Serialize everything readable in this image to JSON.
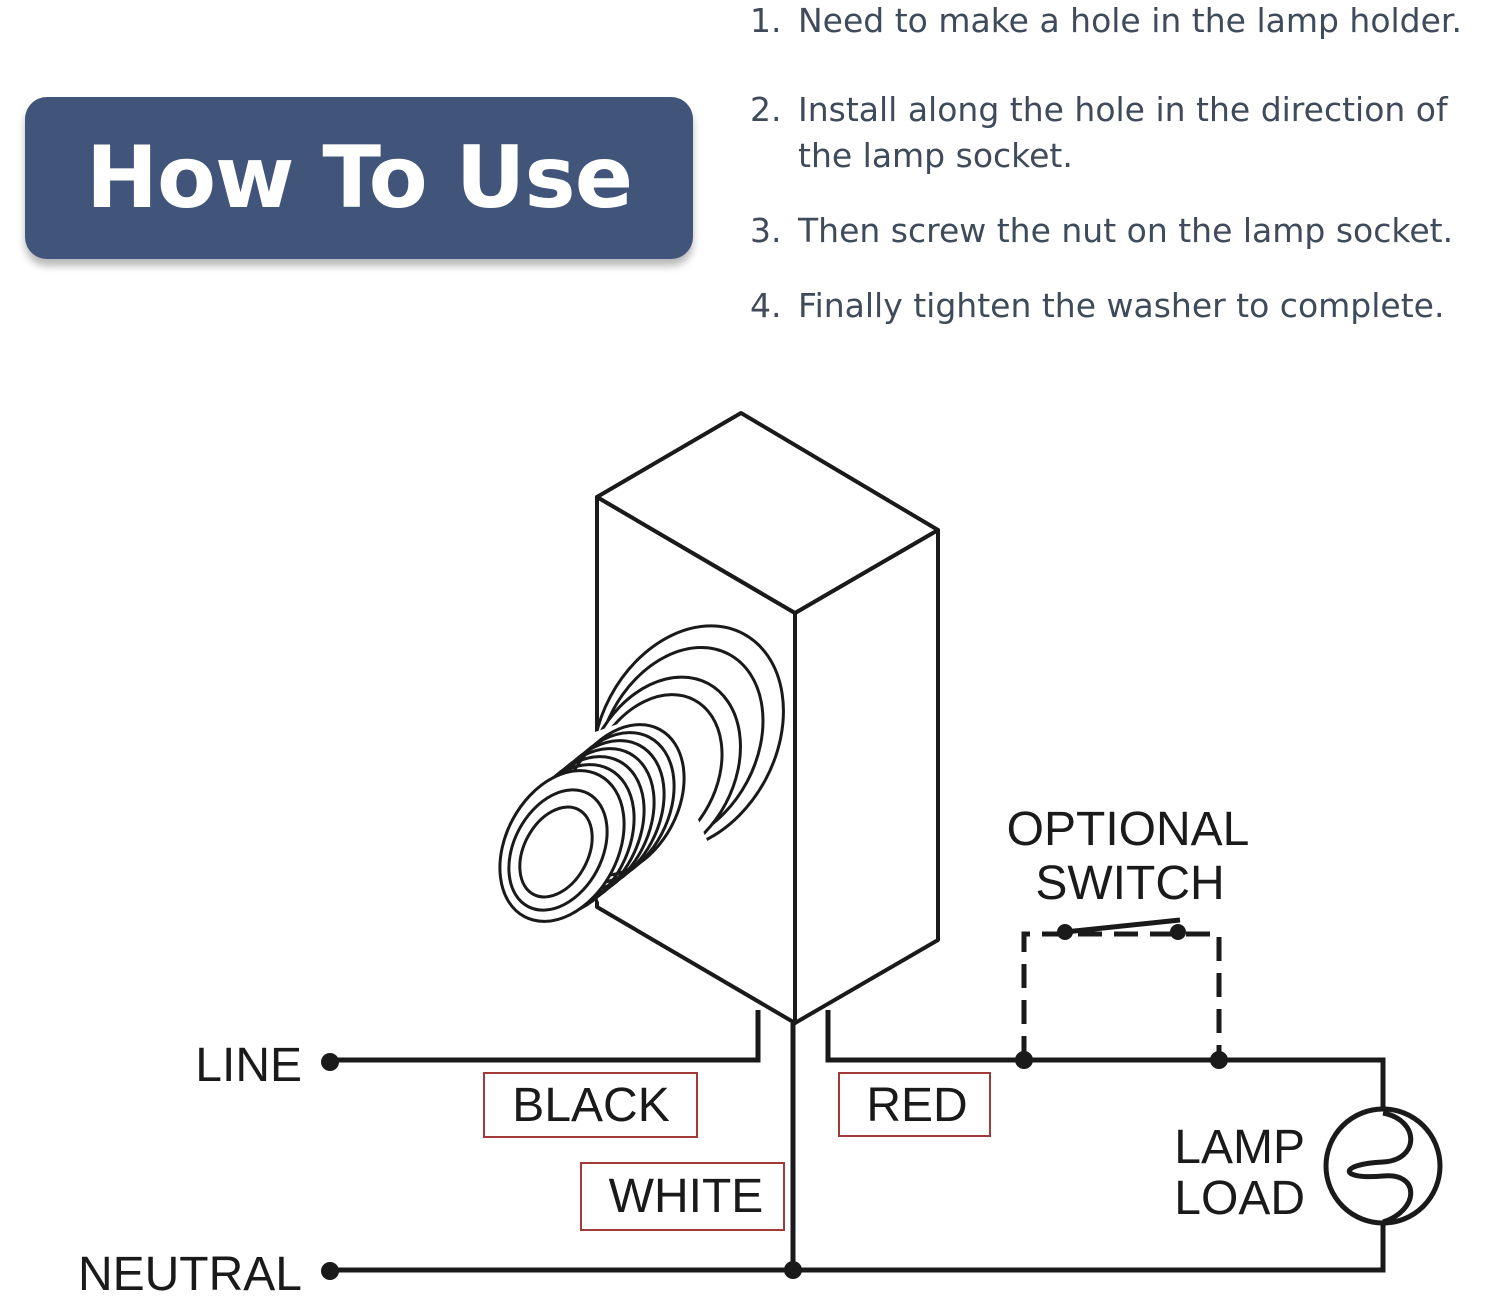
{
  "banner": {
    "title": "How To Use"
  },
  "steps": [
    {
      "number": "1.",
      "lines": [
        "Need to make a hole in the lamp holder."
      ]
    },
    {
      "number": "2.",
      "lines": [
        "Install along the hole in the direction of",
        "the lamp socket."
      ]
    },
    {
      "number": "3.",
      "lines": [
        "Then screw the nut on the lamp socket."
      ]
    },
    {
      "number": "4.",
      "lines": [
        "Finally tighten the washer to complete."
      ]
    }
  ],
  "diagram": {
    "switch_label": [
      "OPTIONAL",
      "SWITCH"
    ],
    "line_label": "LINE",
    "neutral_label": "NEUTRAL",
    "wires": {
      "black": "BLACK",
      "white": "WHITE",
      "red": "RED"
    },
    "load_label": [
      "LAMP",
      "LOAD"
    ],
    "colors": {
      "banner": "#41547a",
      "wire_box_border": "#a33a3a",
      "line": "#1a1a1a",
      "step_text": "#3f4a5a"
    }
  }
}
